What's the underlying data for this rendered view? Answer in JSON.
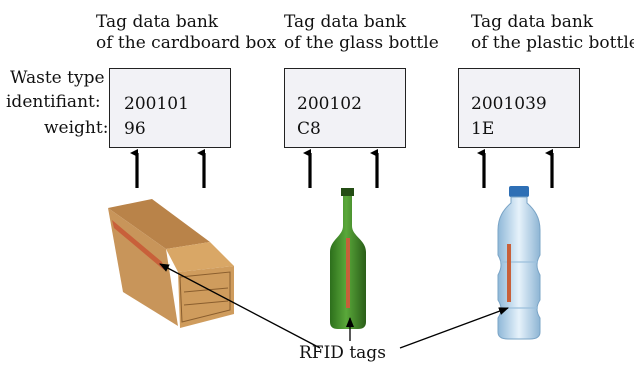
{
  "labels": {
    "waste_type_line1": "Waste type",
    "waste_type_line2": "identifiant:",
    "weight": "weight:",
    "rfid": "RFID tags"
  },
  "banks": [
    {
      "title1": "Tag data bank",
      "title2": "of the cardboard box",
      "id": "200101",
      "weight": "96"
    },
    {
      "title1": "Tag data bank",
      "title2": "of the glass bottle",
      "id": "200102",
      "weight": "C8"
    },
    {
      "title1": "Tag data bank",
      "title2": "of the plastic bottle",
      "id": "2001039",
      "weight": "1E"
    }
  ],
  "colors": {
    "box_fill": "#f2f2f6",
    "cardboard": "#c8955a",
    "glass": "#3f8a2a",
    "plastic": "#bcd9ef",
    "tag": "#c8603a"
  },
  "icons": [
    "cardboard-box-icon",
    "glass-bottle-icon",
    "plastic-bottle-icon"
  ]
}
